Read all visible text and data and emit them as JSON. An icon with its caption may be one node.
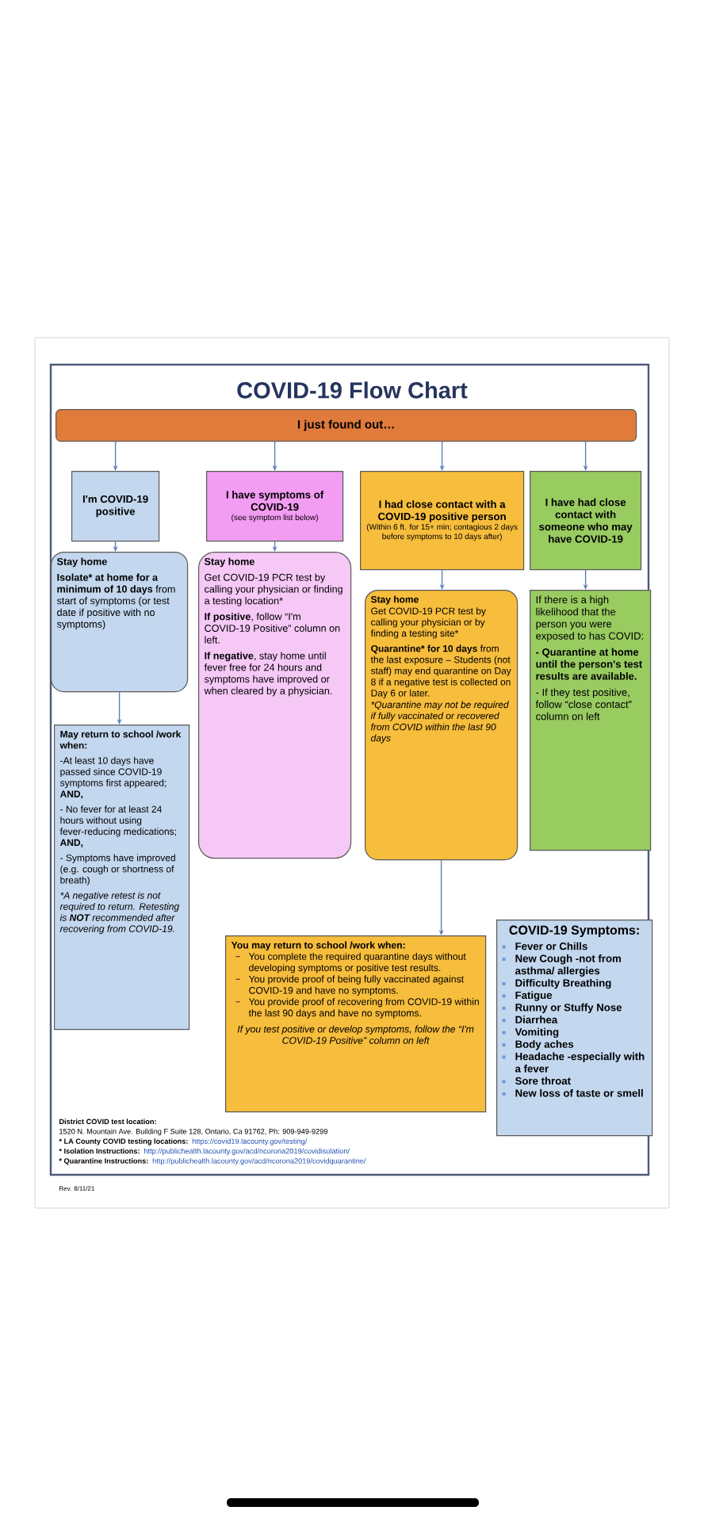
{
  "diagram": {
    "title": "COVID-19 Flow Chart",
    "nodes": [
      {
        "text": [
          "I just found out…"
        ]
      },
      {
        "text": [
          "I'm COVID-19 positive"
        ]
      },
      {
        "text": [
          "I have symptoms of COVID-19",
          "(see symptom list below)"
        ]
      },
      {
        "text": [
          "I had close contact with a COVID-19 positive person",
          "(Within 6 ft. for 15+ min; contagious 2 days before symptoms to 10 days after)"
        ]
      },
      {
        "text": [
          "I have had close contact with someone who may have COVID-19"
        ]
      },
      {
        "text": [
          "Stay home",
          "**Isolate* at home for a minimum of 10 days** from start of symptoms (or test date if positive with no symptoms)"
        ]
      },
      {
        "text": [
          "Stay home",
          "Get COVID-19 PCR test by calling your physician or finding a testing location*",
          "**If positive**, follow “I'm COVID-19 Positive” column on left.",
          "**If negative**, stay home until fever free for 24 hours and symptoms have improved or when cleared by a physician."
        ]
      },
      {
        "text": [
          "Stay home",
          "Get COVID-19 PCR test by calling your physician or by finding a testing site*",
          "**Quarantine* for 10 days** from the last exposure – Students (not staff) may end quarantine on Day 8 if a negative test is collected on Day 6 or later.",
          "*Quarantine may not be required if fully vaccinated or recovered from COVID within the last 90 days"
        ]
      },
      {
        "text": [
          "If there is a high likelihood that the person you were exposed to has COVID:",
          "- Quarantine at home until the person's test results are available.",
          "- If they test positive, follow “close contact” column on left"
        ]
      },
      {
        "text": [
          "May return to school /work when:",
          "-At least 10 days have passed since COVID-19 symptoms first appeared; **AND,**",
          "- No fever for at least 24 hours without using fever-reducing medications; **AND,**",
          "- Symptoms have improved (e.g. cough or shortness of breath)",
          "*A negative retest is not required to return. Retesting is **NOT** recommended after recovering from COVID-19."
        ]
      },
      {
        "text": [
          "You may return to school /work when:",
          "You complete the required quarantine days without developing symptoms or positive test results.",
          "You provide proof of being fully vaccinated against COVID-19 and have no symptoms.",
          "You provide proof of recovering from COVID-19 within the last 90 days and have no symptoms.",
          "If you test positive or develop symptoms, follow the “I'm COVID-19 Positive” column on left"
        ]
      },
      {
        "text": [
          "COVID-19 Symptoms:",
          "Fever or Chills",
          "New Cough -not from asthma/ allergies",
          "Difficulty Breathing",
          "Fatigue",
          "Runny or Stuffy Nose",
          "Diarrhea",
          "Vomiting",
          "Body aches",
          "Headache -especially with a fever",
          "Sore throat",
          "New loss of taste or smell"
        ]
      }
    ],
    "edges": [
      {
        "from": 0,
        "to": 1,
        "arrow": "to"
      },
      {
        "from": 0,
        "to": 2,
        "arrow": "to"
      },
      {
        "from": 0,
        "to": 3,
        "arrow": "to"
      },
      {
        "from": 0,
        "to": 4,
        "arrow": "to"
      },
      {
        "from": 1,
        "to": 5,
        "arrow": "to"
      },
      {
        "from": 2,
        "to": 6,
        "arrow": "to"
      },
      {
        "from": 3,
        "to": 7,
        "arrow": "to"
      },
      {
        "from": 4,
        "to": 8,
        "arrow": "to"
      },
      {
        "from": 5,
        "to": 9,
        "arrow": "to"
      },
      {
        "from": 7,
        "to": 10,
        "arrow": "to"
      }
    ],
    "labels": [
      "District COVID test location:",
      "1520 N. Mountain Ave. Building F Suite 128, Ontario, Ca 91762, Ph: 909-949-9299",
      "* LA County COVID testing locations:",
      "https://covid19.lacounty.gov/testing/",
      "* Isolation Instructions:",
      "http://publichealth.lacounty.gov/acd/ncorona2019/covidisolation/",
      "* Quarantine Instructions:",
      "http://publichealth.lacounty.gov/acd/ncorona2019/covidquarantine/",
      "Rev. 8/11/21"
    ]
  }
}
